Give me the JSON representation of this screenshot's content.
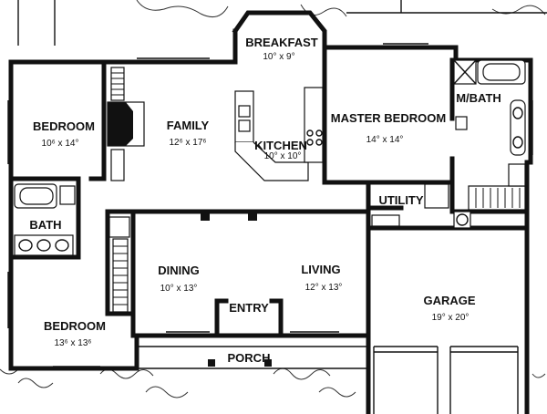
{
  "rooms": {
    "breakfast": {
      "name": "BREAKFAST",
      "dim": "10° x 9°"
    },
    "family": {
      "name": "FAMILY",
      "dim": "12⁶ x 17⁶"
    },
    "master_bedroom": {
      "name": "MASTER BEDROOM",
      "dim": "14° x 14°"
    },
    "master_bath": {
      "name": "M/BATH"
    },
    "bedroom_1": {
      "name": "BEDROOM",
      "dim": "10⁶ x 14°"
    },
    "kitchen": {
      "name": "KITCHEN",
      "dim": "10° x 10°"
    },
    "utility": {
      "name": "UTILITY"
    },
    "bath": {
      "name": "BATH"
    },
    "dining": {
      "name": "DINING",
      "dim": "10° x 13°"
    },
    "living": {
      "name": "LIVING",
      "dim": "12° x 13°"
    },
    "garage": {
      "name": "GARAGE",
      "dim": "19° x 20°"
    },
    "entry": {
      "name": "ENTRY"
    },
    "bedroom_2": {
      "name": "BEDROOM",
      "dim": "13⁶ x 13⁶"
    },
    "porch": {
      "name": "PORCH"
    }
  }
}
